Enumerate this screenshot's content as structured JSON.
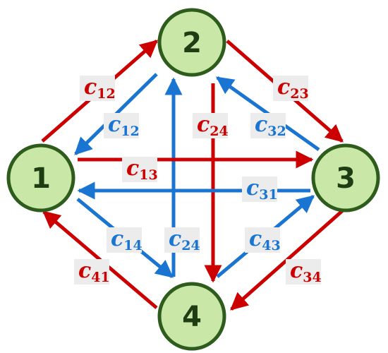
{
  "nodes": [
    {
      "id": "1",
      "label": "1"
    },
    {
      "id": "2",
      "label": "2"
    },
    {
      "id": "3",
      "label": "3"
    },
    {
      "id": "4",
      "label": "4"
    }
  ],
  "edges": [
    {
      "from": "1",
      "to": "2",
      "color": "red",
      "label": {
        "main": "c",
        "sub": "12"
      }
    },
    {
      "from": "2",
      "to": "1",
      "color": "blue",
      "label": {
        "main": "c",
        "sub": "12"
      }
    },
    {
      "from": "2",
      "to": "3",
      "color": "red",
      "label": {
        "main": "c",
        "sub": "23"
      }
    },
    {
      "from": "3",
      "to": "2",
      "color": "blue",
      "label": {
        "main": "c",
        "sub": "32"
      }
    },
    {
      "from": "2",
      "to": "4",
      "color": "red",
      "label": {
        "main": "c",
        "sub": "24"
      }
    },
    {
      "from": "4",
      "to": "2",
      "color": "blue",
      "label": {
        "main": "c",
        "sub": "24"
      }
    },
    {
      "from": "1",
      "to": "3",
      "color": "red",
      "label": {
        "main": "c",
        "sub": "13"
      }
    },
    {
      "from": "3",
      "to": "1",
      "color": "blue",
      "label": {
        "main": "c",
        "sub": "31"
      }
    },
    {
      "from": "1",
      "to": "4",
      "color": "blue",
      "label": {
        "main": "c",
        "sub": "14"
      }
    },
    {
      "from": "4",
      "to": "3",
      "color": "blue",
      "label": {
        "main": "c",
        "sub": "43"
      }
    },
    {
      "from": "3",
      "to": "4",
      "color": "red",
      "label": {
        "main": "c",
        "sub": "34"
      }
    },
    {
      "from": "4",
      "to": "1",
      "color": "red",
      "label": {
        "main": "c",
        "sub": "41"
      }
    }
  ],
  "colors": {
    "red": "#cc0000",
    "blue": "#1a75d2",
    "node_fill": "#c9e8a8",
    "node_stroke": "#2e5c1c",
    "node_text": "#1f3d12",
    "label_box": "#ececec"
  }
}
